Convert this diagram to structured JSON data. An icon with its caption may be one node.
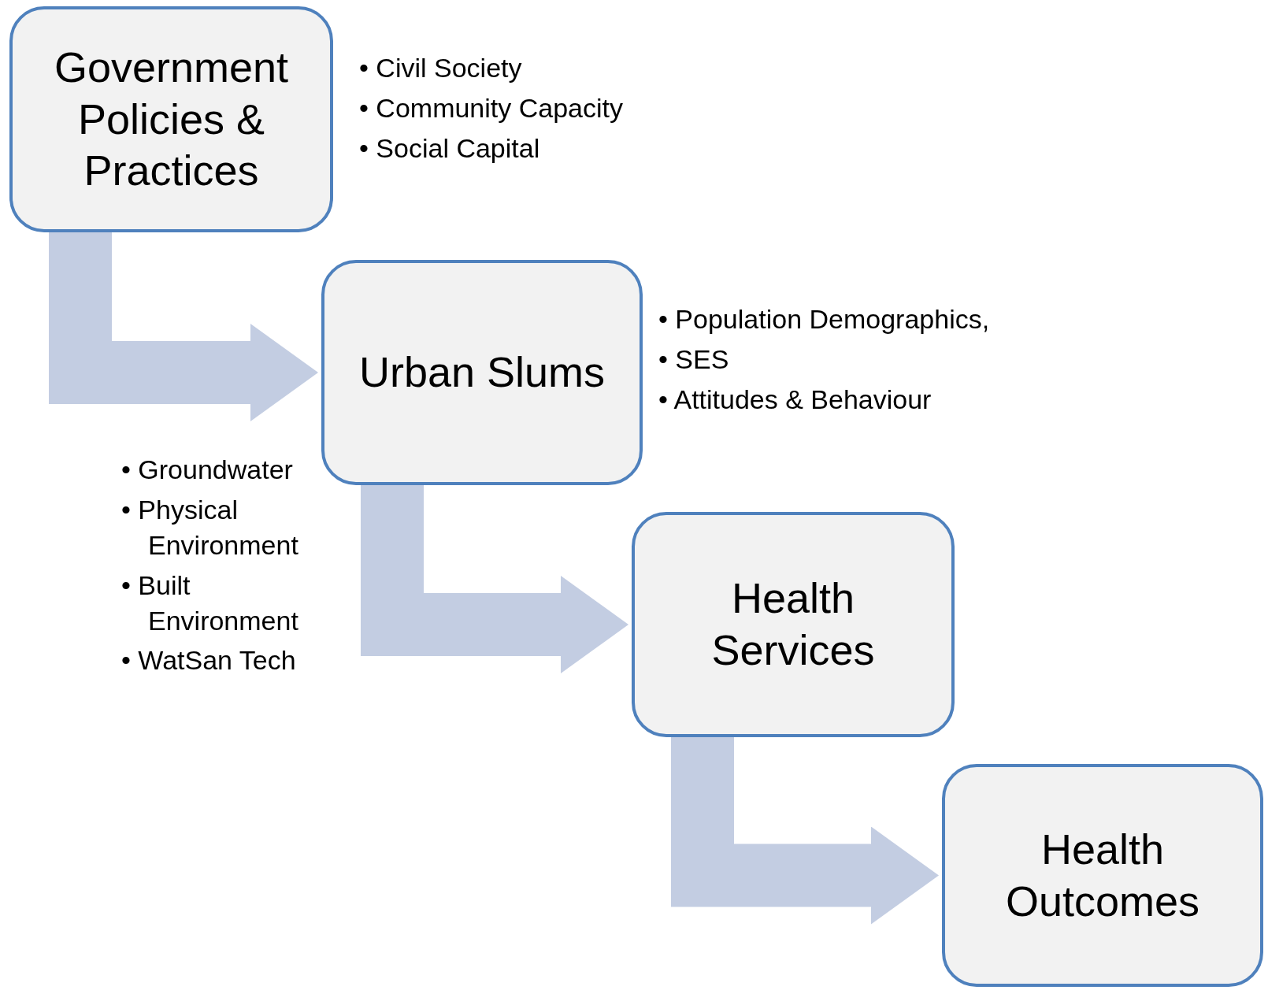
{
  "diagram": {
    "nodes": [
      {
        "text": [
          "Government Policies & Practices"
        ]
      },
      {
        "text": [
          "Urban Slums"
        ]
      },
      {
        "text": [
          "Health Services"
        ]
      },
      {
        "text": [
          "Health Outcomes"
        ]
      }
    ],
    "edges": [
      {
        "from": 0,
        "to": 1,
        "arrow": "to"
      },
      {
        "from": 1,
        "to": 2,
        "arrow": "to"
      },
      {
        "from": 2,
        "to": 3,
        "arrow": "to"
      }
    ],
    "labels": [
      "• Civil Society",
      "• Community Capacity",
      "• Social Capital",
      "• Population Demographics,",
      "• SES",
      "• Attitudes & Behaviour",
      "• Groundwater",
      "• Physical Environment",
      "• Built Environment",
      "• WatSan Tech"
    ]
  }
}
